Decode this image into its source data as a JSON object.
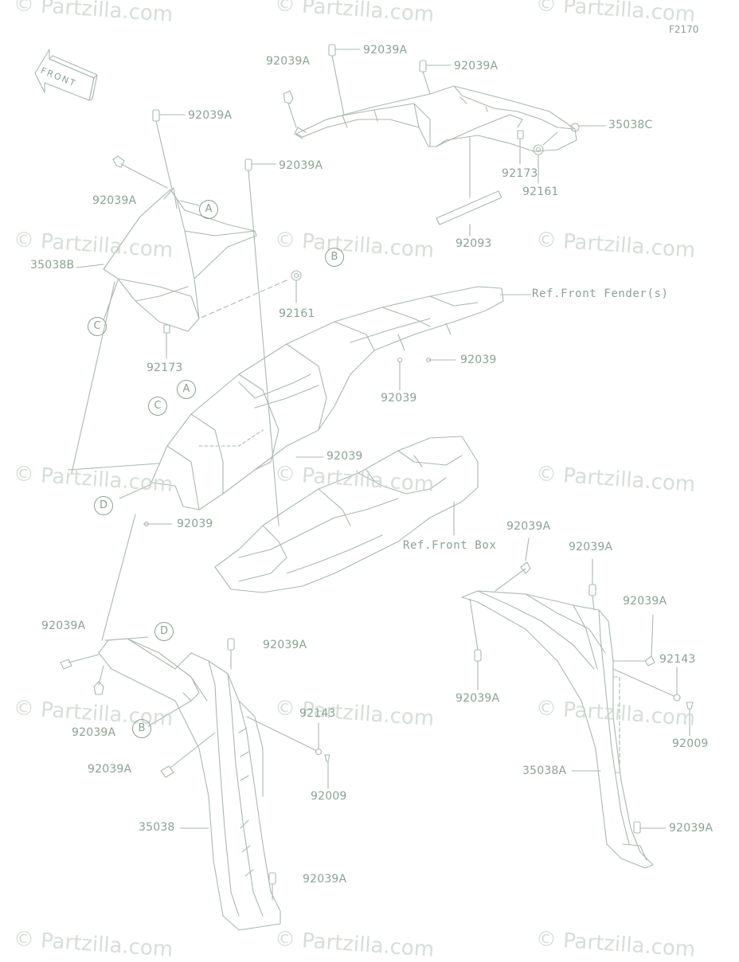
{
  "diagram_code": "F2170",
  "watermark": "© Partzilla.com",
  "front_arrow_text": "FRONT",
  "callouts": {
    "a": "A",
    "b": "B",
    "c": "C",
    "d": "D"
  },
  "labels": {
    "p92039A": "92039A",
    "p92039": "92039",
    "p35038C": "35038C",
    "p35038B": "35038B",
    "p35038A": "35038A",
    "p35038": "35038",
    "p92173": "92173",
    "p92161": "92161",
    "p92093": "92093",
    "p92143": "92143",
    "p92009": "92009",
    "ref_front_fender": "Ref.Front Fender(s)",
    "ref_front_box": "Ref.Front Box"
  },
  "colors": {
    "line": "#a9b9ad",
    "text": "#8aa392",
    "watermark": "#c9d3cc"
  }
}
